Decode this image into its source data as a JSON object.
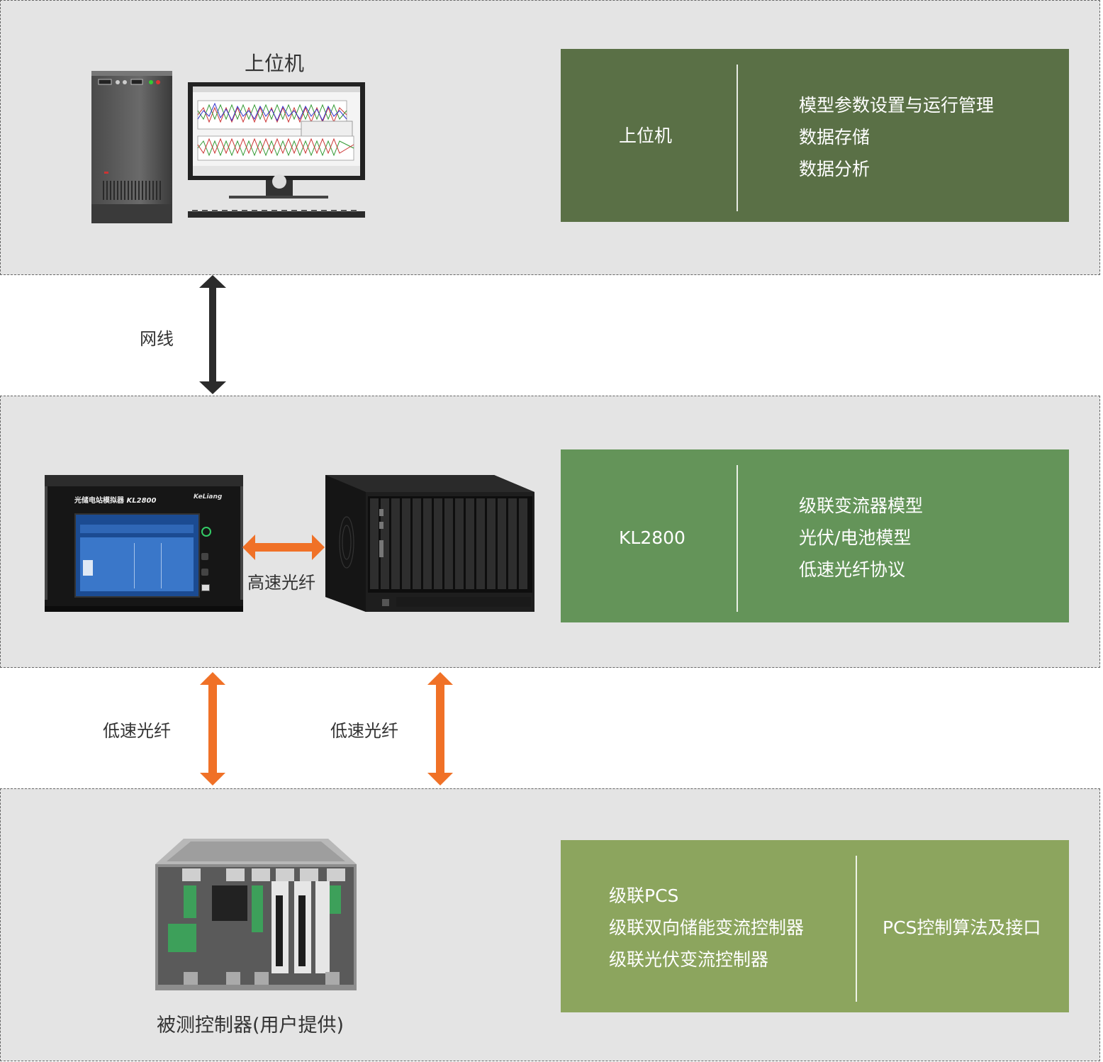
{
  "colors": {
    "tier_bg": "#e4e4e4",
    "panel_top": "#5a7046",
    "panel_mid": "#649459",
    "panel_bottom": "#8ca55e",
    "arrow_network": "#2b2b2b",
    "arrow_fiber": "#f07127"
  },
  "top": {
    "device_title": "上位机",
    "panel": {
      "left": "上位机",
      "right": [
        "模型参数设置与运行管理",
        "数据存储",
        "数据分析"
      ]
    }
  },
  "link_network": {
    "label": "网线"
  },
  "middle": {
    "simulator_screen_title": "光储电站模拟器",
    "simulator_model": "KL2800",
    "simulator_brand": "KeLiang",
    "link_label": "高速光纤",
    "panel": {
      "left": "KL2800",
      "right": [
        "级联变流器模型",
        "光伏/电池模型",
        "低速光纤协议"
      ]
    }
  },
  "links_lower": [
    {
      "label": "低速光纤"
    },
    {
      "label": "低速光纤"
    }
  ],
  "bottom": {
    "device_caption": "被测控制器(用户提供)",
    "panel": {
      "left": [
        "级联PCS",
        "级联双向储能变流控制器",
        "级联光伏变流控制器"
      ],
      "right": "PCS控制算法及接口"
    }
  }
}
